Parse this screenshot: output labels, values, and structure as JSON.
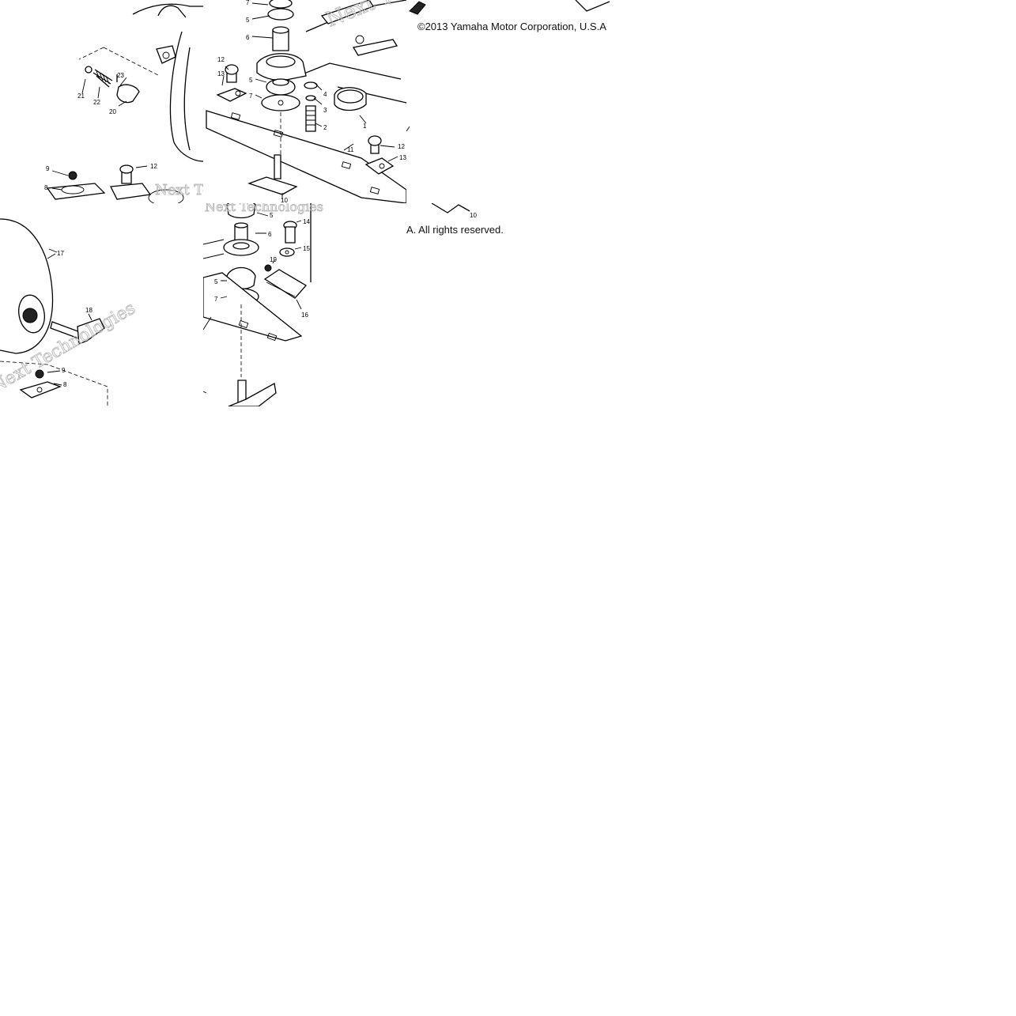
{
  "copyright": {
    "line_top": "©2013 Yamaha Motor Corporation, U.S.A",
    "line_bottom": "A. All rights reserved."
  },
  "watermark": {
    "text_a": "Next Technologies",
    "text_b": "Next Tec"
  },
  "callouts": {
    "n1": "1",
    "n2": "2",
    "n3": "3",
    "n4": "4",
    "n5": "5",
    "n6": "6",
    "n7": "7",
    "n8": "8",
    "n9": "9",
    "n10": "10",
    "n11": "11",
    "n12": "12",
    "n13": "13",
    "n14": "14",
    "n15": "15",
    "n16": "16",
    "n17": "17",
    "n18": "18",
    "n19": "19",
    "n20": "20",
    "n21": "21",
    "n22": "22",
    "n23": "23"
  }
}
